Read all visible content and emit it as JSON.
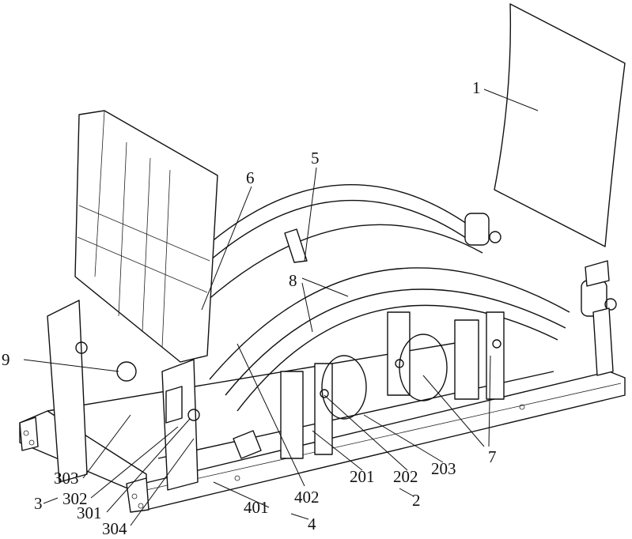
{
  "figure": {
    "labels": {
      "l1": "1",
      "l2": "2",
      "l3": "3",
      "l4": "4",
      "l5": "5",
      "l6": "6",
      "l7": "7",
      "l8": "8",
      "l9": "9",
      "l201": "201",
      "l202": "202",
      "l203": "203",
      "l301": "301",
      "l302": "302",
      "l303": "303",
      "l304": "304",
      "l401": "401",
      "l402": "402"
    },
    "colors": {
      "line": "#111111",
      "background": "#ffffff"
    }
  }
}
